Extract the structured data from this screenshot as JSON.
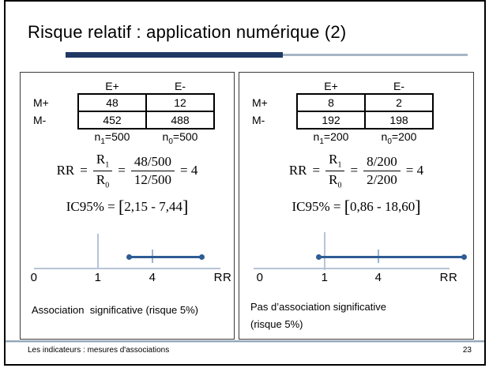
{
  "title": "Risque relatif : application numérique (2)",
  "footer": {
    "left": "Les indicateurs : mesures d'associations",
    "page": "23"
  },
  "colors": {
    "title_bar_dark": "#1F3864",
    "title_bar_light": "#A7B5C4",
    "axis_light_blue": "#B6C4D6",
    "ci_dark_blue": "#2E5C94"
  },
  "panels": [
    {
      "table": {
        "col_headers": [
          "E+",
          "E-"
        ],
        "row_headers": [
          "M+",
          "M-"
        ],
        "rows": [
          [
            "48",
            "12"
          ],
          [
            "452",
            "488"
          ]
        ],
        "totals": [
          {
            "base": "n",
            "sub": "1",
            "rest": "=500"
          },
          {
            "base": "n",
            "sub": "0",
            "rest": "=500"
          }
        ]
      },
      "formula": {
        "lhs": "RR",
        "eq1": "=",
        "r_num": "R",
        "r_num_sub": "1",
        "r_den": "R",
        "r_den_sub": "0",
        "eq2": "=",
        "num": "48/500",
        "den": "12/500",
        "result": "= 4",
        "ic_lhs": "IC95% =",
        "ic_open": "[",
        "ic_value": "2,15 - 7,44",
        "ic_close": "]"
      },
      "axis": {
        "labels": [
          "0",
          "1",
          "4",
          "RR"
        ],
        "ci_range": "2,15 - 7,44",
        "point_estimate": "4"
      },
      "conclusion_line1": "Association  significative (risque 5%)",
      "conclusion_line2": ""
    },
    {
      "table": {
        "col_headers": [
          "E+",
          "E-"
        ],
        "row_headers": [
          "M+",
          "M-"
        ],
        "rows": [
          [
            "8",
            "2"
          ],
          [
            "192",
            "198"
          ]
        ],
        "totals": [
          {
            "base": "n",
            "sub": "1",
            "rest": "=200"
          },
          {
            "base": "n",
            "sub": "0",
            "rest": "=200"
          }
        ]
      },
      "formula": {
        "lhs": "RR",
        "eq1": "=",
        "r_num": "R",
        "r_num_sub": "1",
        "r_den": "R",
        "r_den_sub": "0",
        "eq2": "=",
        "num": "8/200",
        "den": "2/200",
        "result": "= 4",
        "ic_lhs": "IC95% =",
        "ic_open": "[",
        "ic_value": "0,86 - 18,60",
        "ic_close": "]"
      },
      "axis": {
        "labels": [
          "0",
          "1",
          "4",
          "RR"
        ],
        "ci_range": "0,86 - 18,60",
        "point_estimate": "4"
      },
      "conclusion_line1": "Pas d’association significative",
      "conclusion_line2": "(risque 5%)"
    }
  ]
}
